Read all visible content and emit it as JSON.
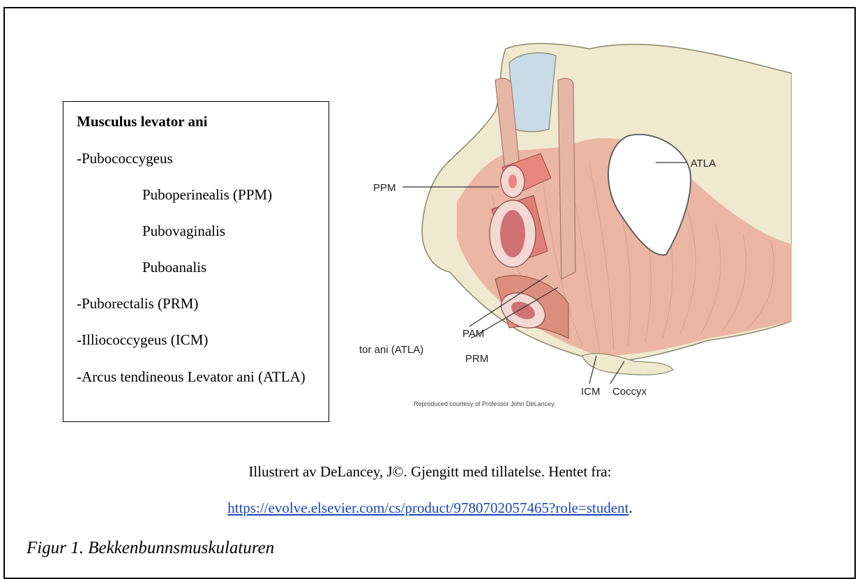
{
  "legend": {
    "title": "Musculus levator ani",
    "items": [
      "-Pubococcygeus",
      "Puboperinealis (PPM)",
      "Pubovaginalis",
      "Puboanalis",
      "-Puborectalis (PRM)",
      "-Illiococcygeus (ICM)",
      "-Arcus tendineous Levator ani (ATLA)"
    ]
  },
  "illustration": {
    "labels": {
      "ppm": "PPM",
      "atla": "ATLA",
      "pam": "PAM",
      "prm": "PRM",
      "icm": "ICM",
      "coccyx": "Coccyx",
      "atla_cut": "tor ani (ATLA)"
    },
    "credit": "Reproduced courtesy of Professor John DeLancey.",
    "colors": {
      "bone": "#efe9cf",
      "muscle": "#eab3a0",
      "muscle_dark": "#d98b7a",
      "cartilage": "#c9dbe6",
      "lumen": "#cf7276"
    }
  },
  "caption": {
    "line1": "Illustrert av DeLancey, J©. Gjengitt med tillatelse. Hentet fra:",
    "link_text": "https://evolve.elsevier.com/cs/product/9780702057465?role=student",
    "period": "."
  },
  "figure_caption": "Figur 1. Bekkenbunnsmuskulaturen"
}
